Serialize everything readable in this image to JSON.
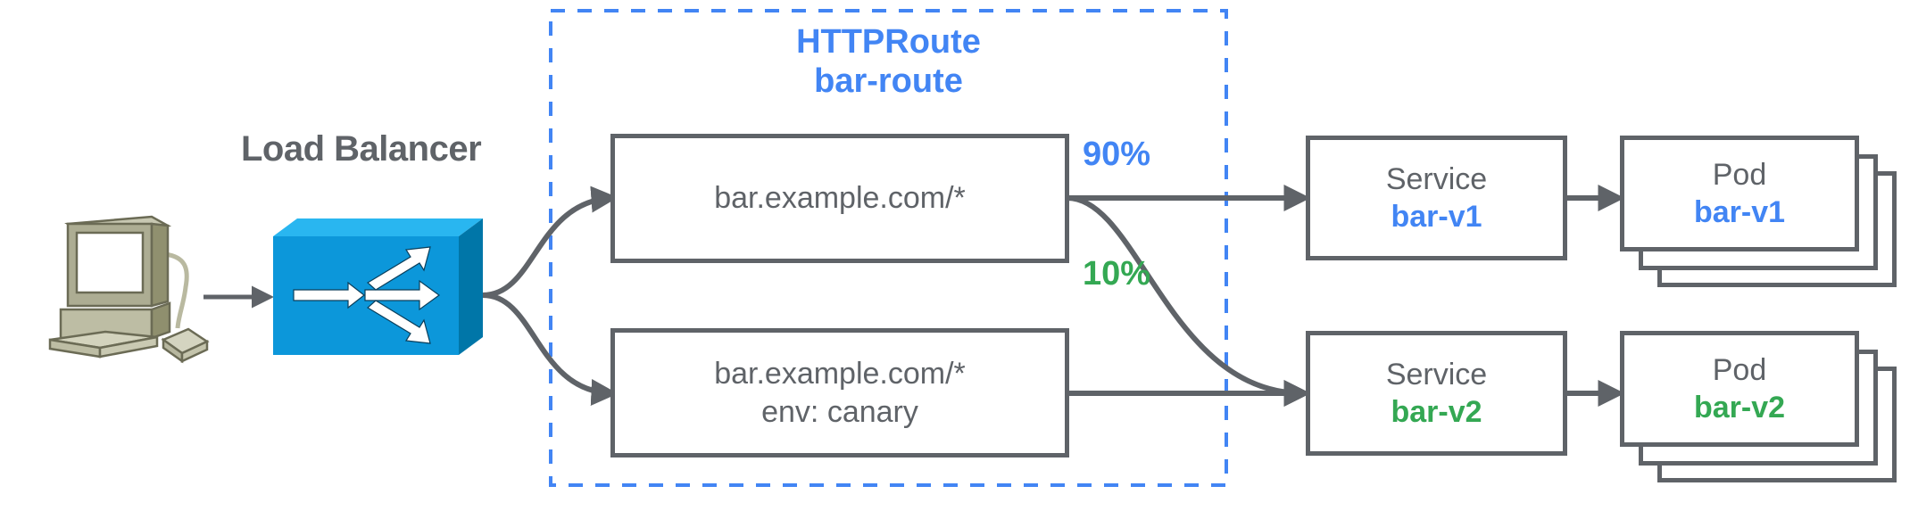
{
  "diagram": {
    "title": "HTTPRoute traffic split canary diagram",
    "colors": {
      "blue": "#4285f4",
      "green": "#34a853",
      "grey": "#5f6368",
      "lb_blue": "#0d9ae0"
    }
  },
  "load_balancer": {
    "label": "Load Balancer",
    "icon": "load-balancer-cube-icon"
  },
  "client": {
    "icon": "desktop-computer-icon"
  },
  "httproute": {
    "kind": "HTTPRoute",
    "name": "bar-route"
  },
  "rules": [
    {
      "id": "rule-primary",
      "lines": [
        "bar.example.com/*"
      ]
    },
    {
      "id": "rule-canary",
      "lines": [
        "bar.example.com/*",
        "env: canary"
      ]
    }
  ],
  "weights": [
    {
      "id": "weight-90",
      "label": "90%",
      "color": "blue"
    },
    {
      "id": "weight-10",
      "label": "10%",
      "color": "green"
    }
  ],
  "services": [
    {
      "id": "service-bar-v1",
      "kind": "Service",
      "name": "bar-v1",
      "accent": "blue"
    },
    {
      "id": "service-bar-v2",
      "kind": "Service",
      "name": "bar-v2",
      "accent": "green"
    }
  ],
  "pods": [
    {
      "id": "pod-bar-v1",
      "kind": "Pod",
      "name": "bar-v1",
      "accent": "blue",
      "replicas": 3
    },
    {
      "id": "pod-bar-v2",
      "kind": "Pod",
      "name": "bar-v2",
      "accent": "green",
      "replicas": 3
    }
  ]
}
